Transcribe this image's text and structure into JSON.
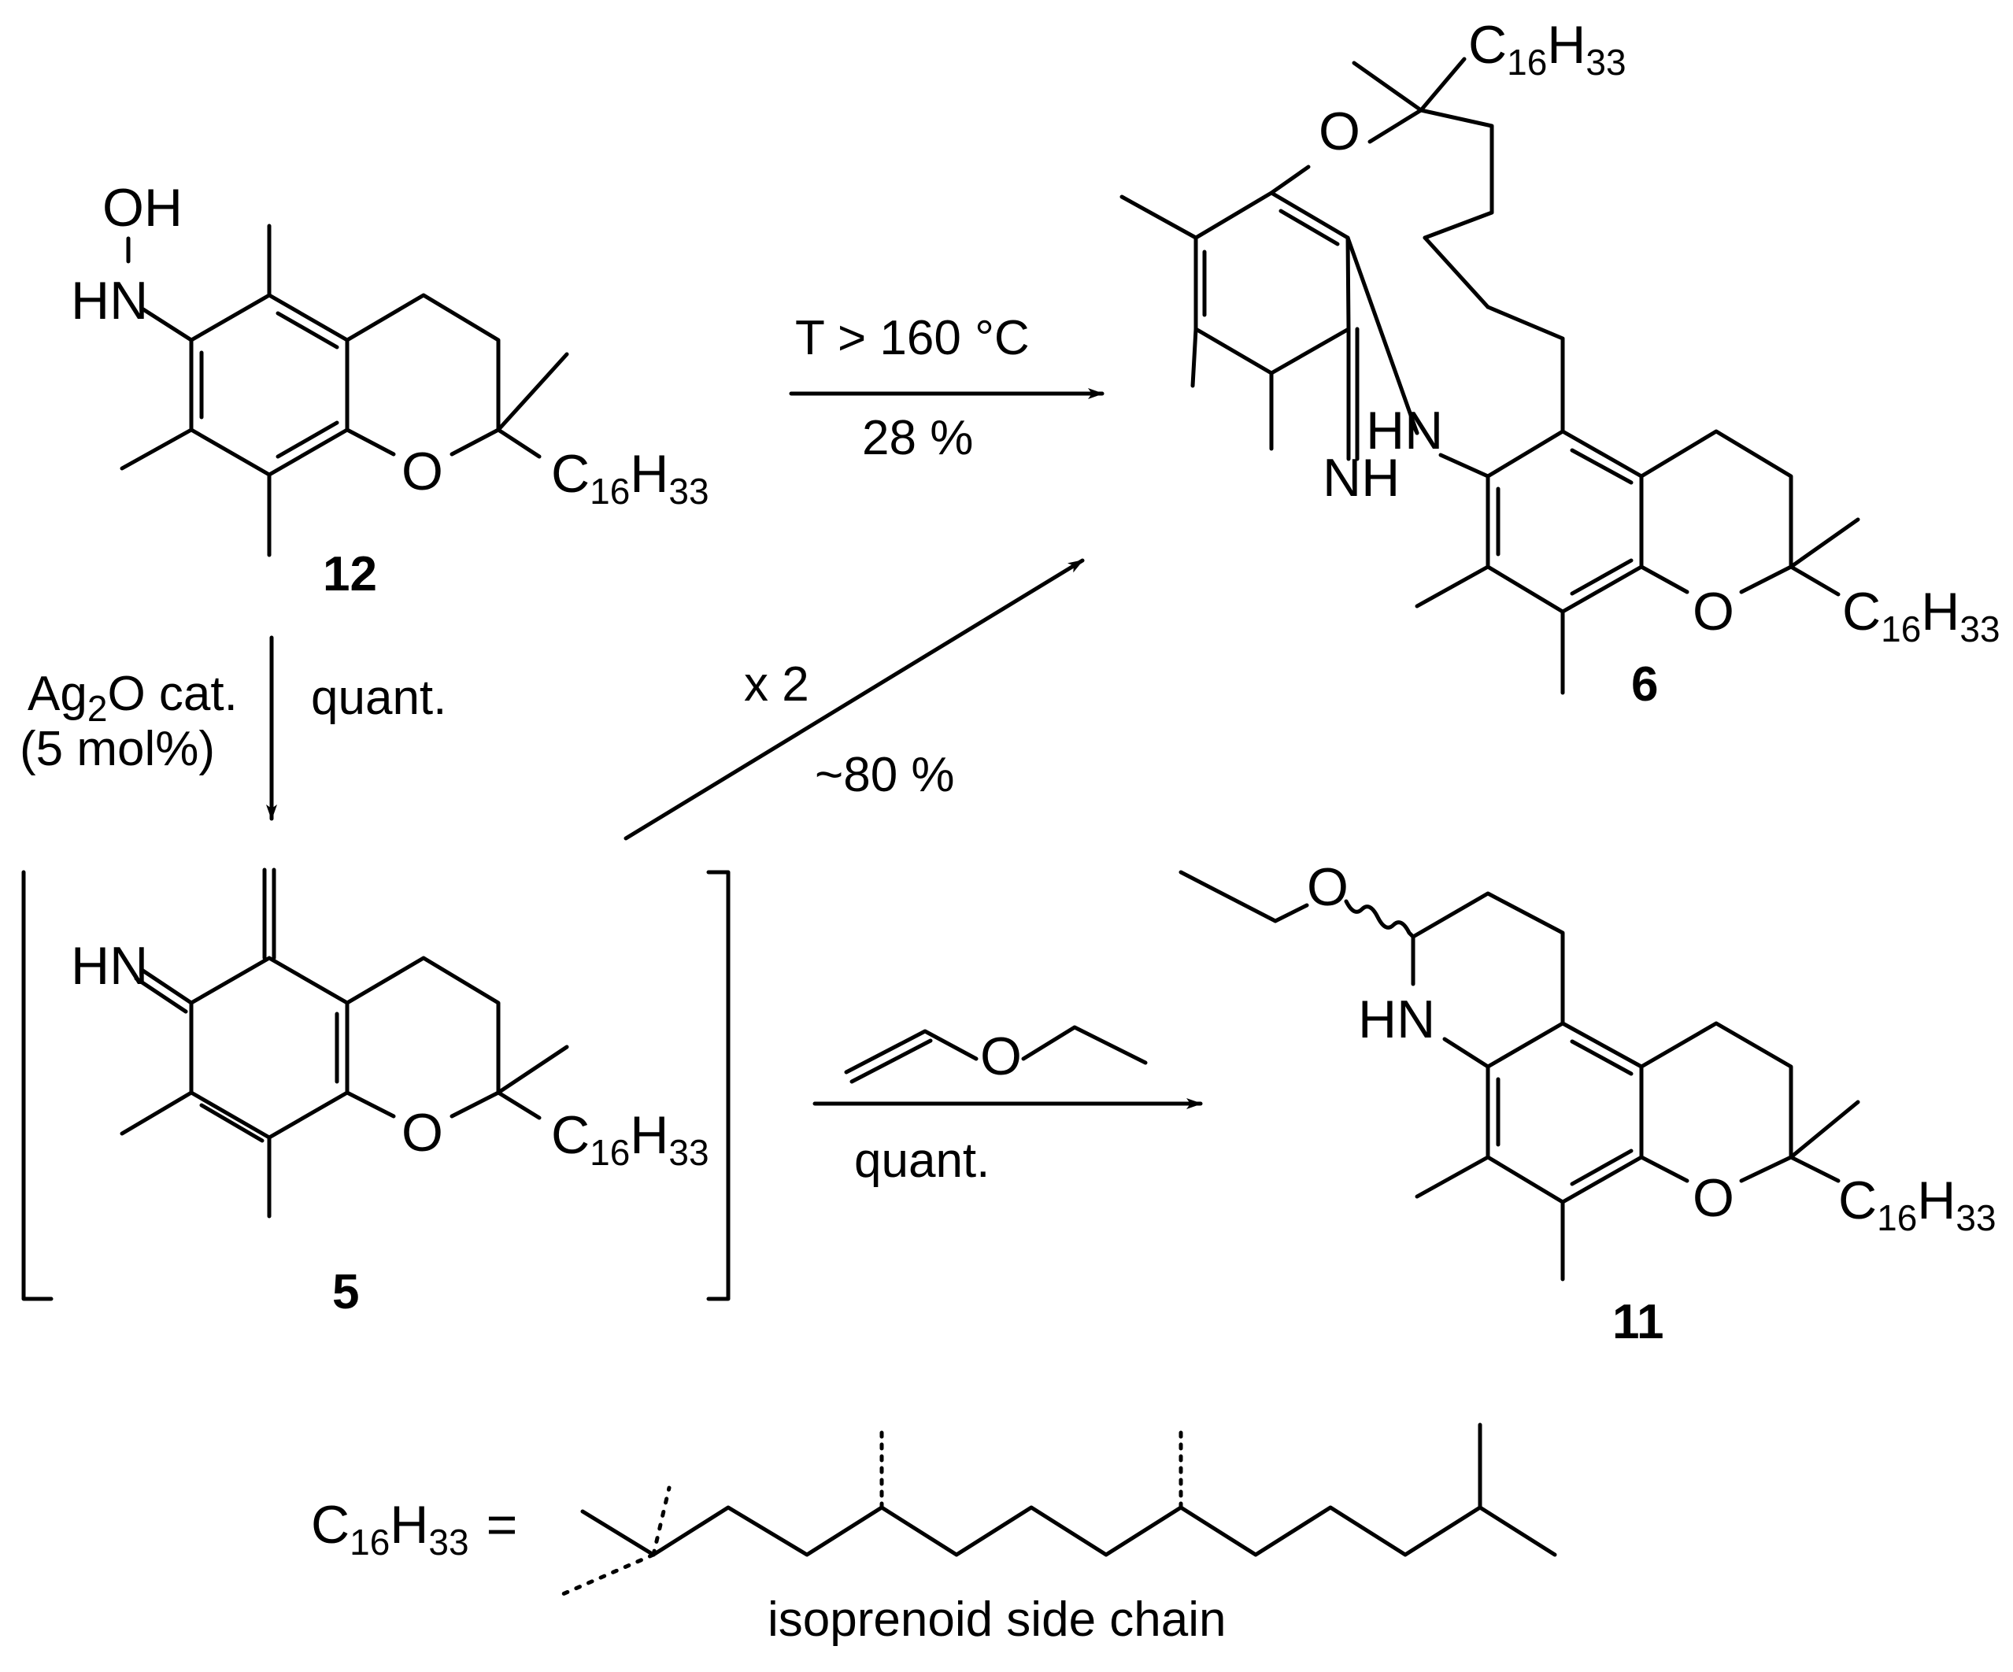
{
  "compounds": {
    "c12": "12",
    "c5": "5",
    "c6": "6",
    "c11": "11"
  },
  "atoms": {
    "oh": "OH",
    "hn": "HN",
    "nh": "NH",
    "o": "O",
    "c": "C",
    "h": "H",
    "n16": "16",
    "n33": "33"
  },
  "conditions": {
    "thermal_top": "T > 160 °C",
    "thermal_bottom": "28 %",
    "ag_line1_pre": "Ag",
    "ag_line1_sub": "2",
    "ag_line1_post": "O cat.",
    "ag_line2": "(5 mol%)",
    "ag_right": "quant.",
    "dimer_top": "x 2",
    "dimer_bottom": "~80 %",
    "vinyl_ether_bottom": "quant."
  },
  "legend": {
    "formula_c": "C",
    "formula_n16": "16",
    "formula_h": "H",
    "formula_n33": "33",
    "equals": "=",
    "caption": "isoprenoid side chain"
  }
}
